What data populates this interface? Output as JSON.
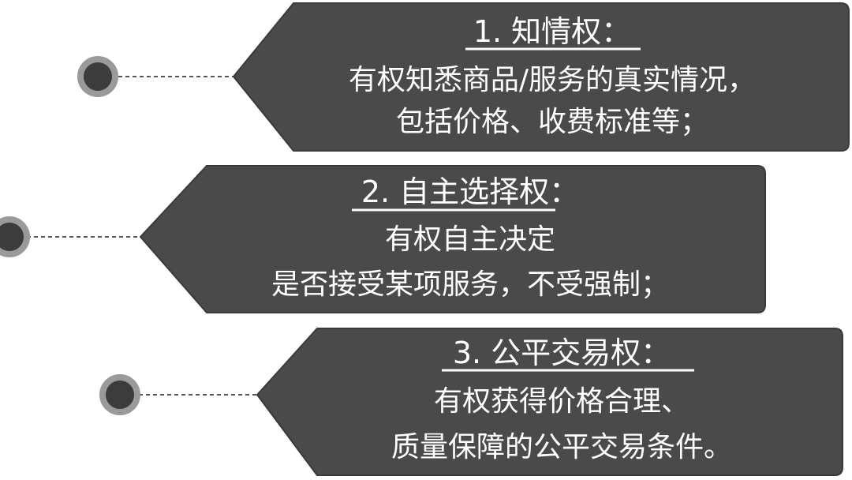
{
  "colors": {
    "tag_fill": "#4a4a4a",
    "tag_edge": "#3a3a3a",
    "dot_ring": "#9a9a9a",
    "dot_core": "#3c3c3c",
    "connector": "#555555",
    "text": "#ffffff",
    "background": "#ffffff"
  },
  "tags": [
    {
      "title": "1. 知情权：",
      "lines": [
        "有权知悉商品/服务的真实情况，",
        "包括价格、收费标准等；"
      ]
    },
    {
      "title": "2. 自主选择权：",
      "lines": [
        "有权自主决定",
        "是否接受某项服务，不受强制；"
      ]
    },
    {
      "title": "3. 公平交易权：",
      "lines": [
        "有权获得价格合理、",
        "质量保障的公平交易条件。"
      ]
    }
  ]
}
